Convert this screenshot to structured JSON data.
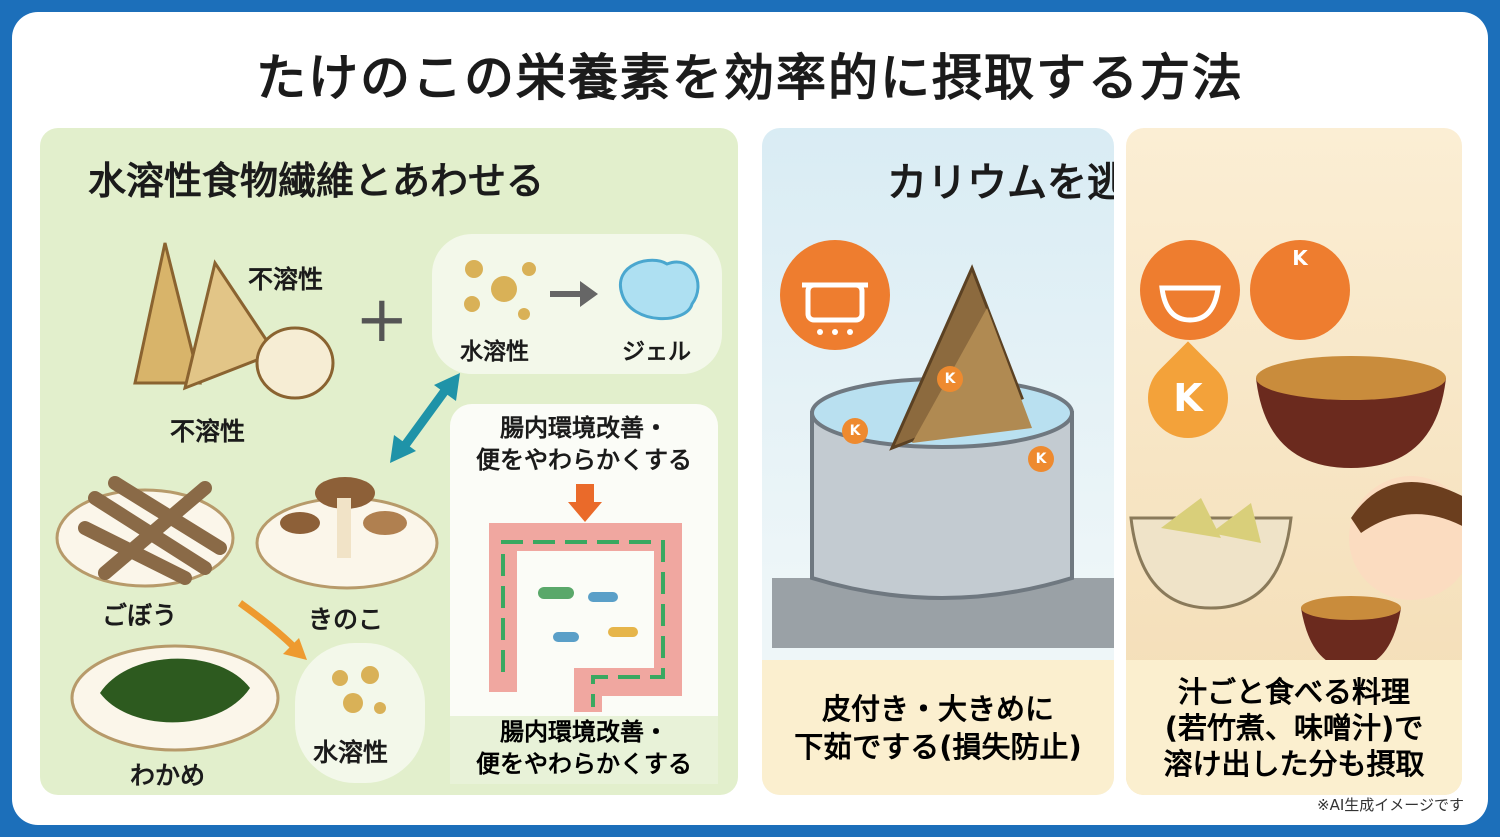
{
  "title": "たけのこの栄養素を効率的に摂取する方法",
  "left": {
    "heading": "水溶性食物繊維とあわせる",
    "bamboo_label_top": "不溶性",
    "bamboo_label_bottom": "不溶性",
    "plus": "+",
    "soluble_label": "水溶性",
    "gel_label": "ジェル",
    "gobo": "ごぼう",
    "kinoko": "きのこ",
    "wakame": "わかめ",
    "soluble_label_2": "水溶性",
    "gut_top": "腸内環境改善・\n便をやわらかくする",
    "gut_bottom": "腸内環境改善・\n便をやわらかくする"
  },
  "middle": {
    "heading": "カリウムを逃さない",
    "potassium_mark": "K",
    "caption": "皮付き・大きめに\n下茹でする(損失防止)"
  },
  "right": {
    "potassium_mark": "K",
    "caption": "汁ごと食べる料理\n(若竹煮、味噌汁)で\n溶け出した分も摂取"
  },
  "note": "※AI生成イメージです",
  "colors": {
    "frame": "#1c6fba",
    "left_bg": "#e2efcc",
    "accent_orange": "#ee7d2f",
    "arrow_teal": "#1f93a8",
    "gut_arrow": "#3aa860"
  }
}
